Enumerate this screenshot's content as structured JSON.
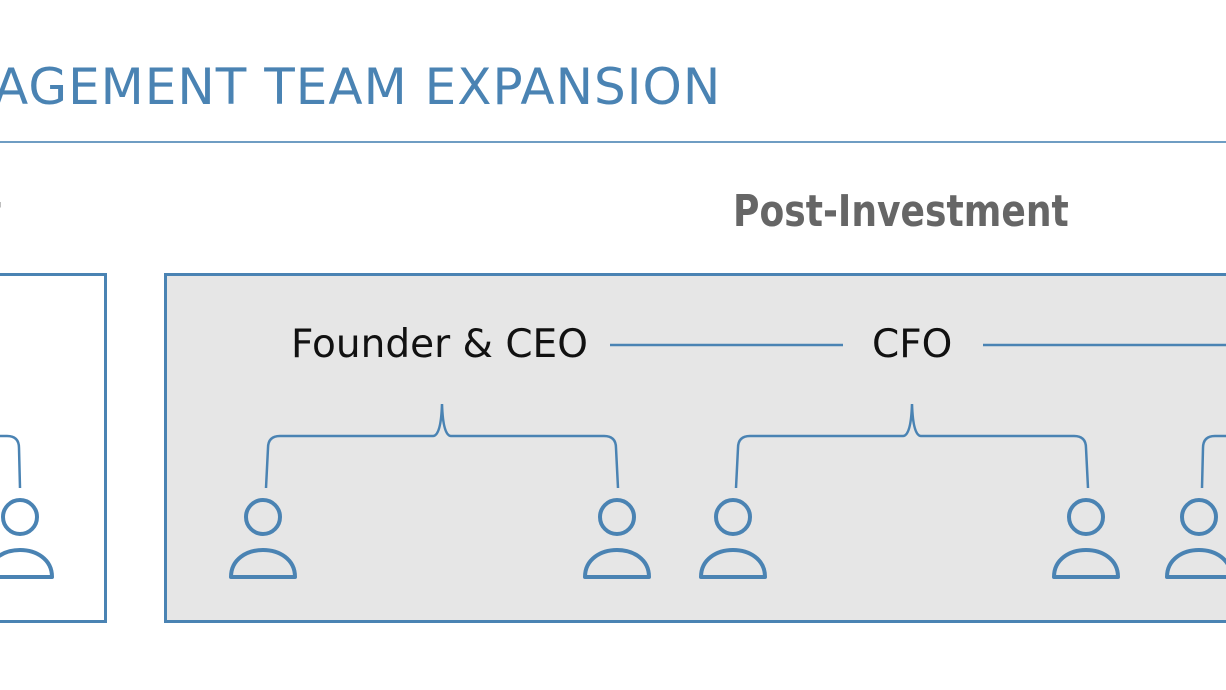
{
  "title": "AGEMENT TEAM EXPANSION",
  "pre_investment": {
    "heading": "t"
  },
  "post_investment": {
    "heading": "Post-Investment",
    "roles": [
      "Founder & CEO",
      "CFO"
    ]
  },
  "colors": {
    "accent": "#4a83b3",
    "panel_fill": "#e6e6e6",
    "heading_gray": "#666666"
  },
  "icons": [
    "person-icon"
  ]
}
